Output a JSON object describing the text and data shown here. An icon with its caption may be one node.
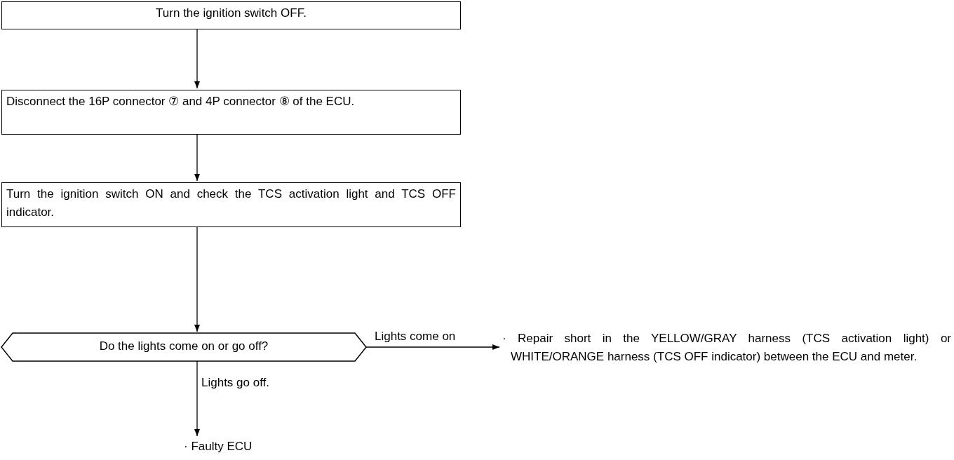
{
  "diagram": {
    "nodes": [
      {
        "text": [
          "Turn the ignition switch OFF."
        ]
      },
      {
        "text": [
          "Disconnect the 16P connector ⑦ and 4P connector ⑧ of the ECU."
        ]
      },
      {
        "text": [
          "Turn the ignition switch ON and check the TCS activation light and TCS OFF indicator."
        ]
      },
      {
        "text": [
          "Do the lights come on or go off?"
        ]
      },
      {
        "text": [
          "· Repair short in the YELLOW/GRAY harness (TCS activation light) or WHITE/ORANGE harness (TCS OFF indicator) between the ECU and meter."
        ]
      },
      {
        "text": [
          "· Faulty ECU"
        ]
      }
    ],
    "edges": [
      {
        "from": 0,
        "to": 1,
        "arrow": "to"
      },
      {
        "from": 1,
        "to": 2,
        "arrow": "to"
      },
      {
        "from": 2,
        "to": 3,
        "arrow": "to"
      },
      {
        "from": 3,
        "to": 4,
        "arrow": "to",
        "label": "Lights come on"
      },
      {
        "from": 3,
        "to": 5,
        "arrow": "to",
        "label": "Lights go off."
      }
    ]
  }
}
